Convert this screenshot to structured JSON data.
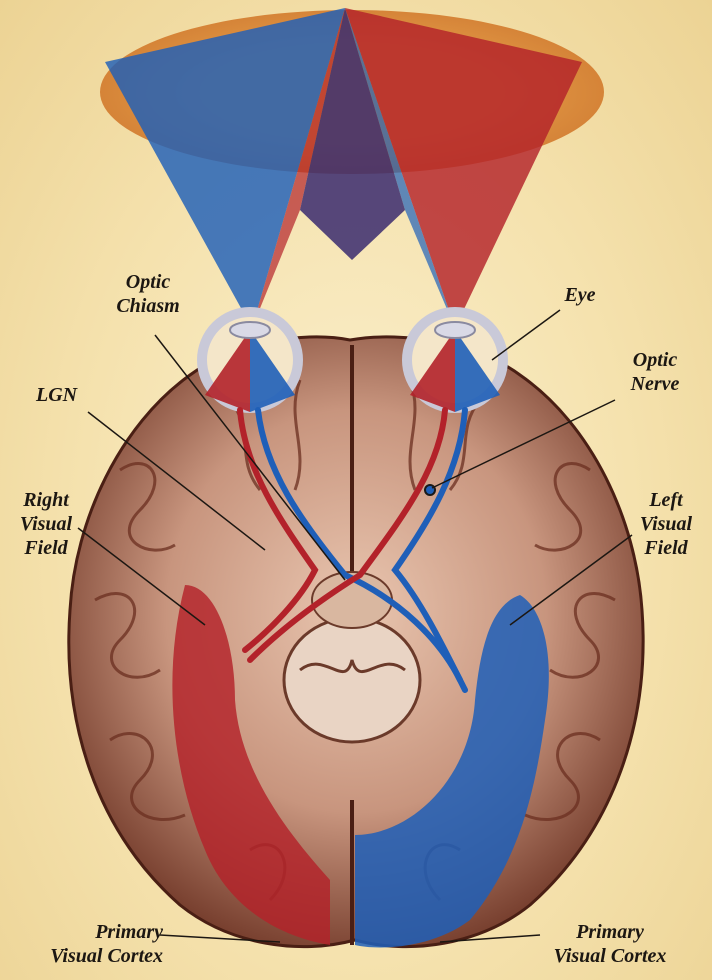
{
  "labels": {
    "optic_chiasm": "Optic\nChiasm",
    "eye": "Eye",
    "optic_nerve": "Optic\nNerve",
    "lgn": "LGN",
    "right_visual_field": "Right\nVisual\nField",
    "left_visual_field": "Left\nVisual\nField",
    "primary_visual_cortex_left": "Primary\nVisual Cortex",
    "primary_visual_cortex_right": "Primary\nVisual Cortex"
  },
  "colors": {
    "right_field_red": "#b3222a",
    "left_field_blue": "#1f5fb8",
    "overlap_purple": "#3a2a6e",
    "field_ellipse_edge": "#e0913a",
    "brain_tissue": "#c8957e",
    "brain_shadow": "#5a2a1e",
    "background": "#f5e2ae"
  }
}
